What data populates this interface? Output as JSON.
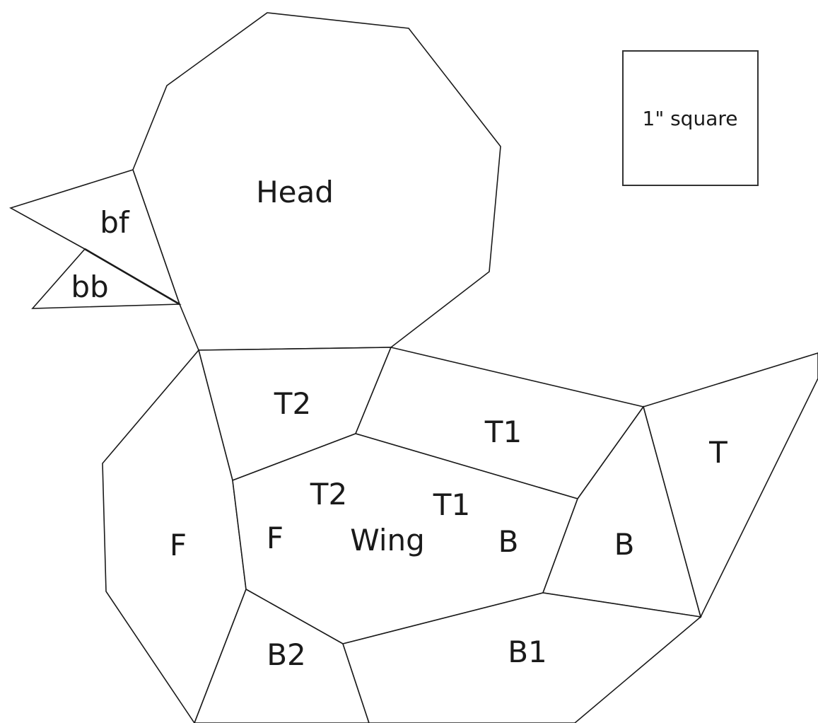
{
  "scale_reference": {
    "label": "1\" square"
  },
  "pieces": {
    "head": "Head",
    "beak_front": "bf",
    "beak_back": "bb",
    "t2_upper": "T2",
    "t1_upper": "T1",
    "tail": "T",
    "front_left": "F",
    "b_right": "B",
    "b2": "B2",
    "b1": "B1"
  },
  "wing": {
    "title": "Wing",
    "parts": {
      "t2": "T2",
      "t1": "T1",
      "f": "F",
      "b": "B"
    }
  },
  "colors": {
    "stroke": "#1a1a1a",
    "fill": "#ffffff",
    "background": "#ffffff"
  }
}
